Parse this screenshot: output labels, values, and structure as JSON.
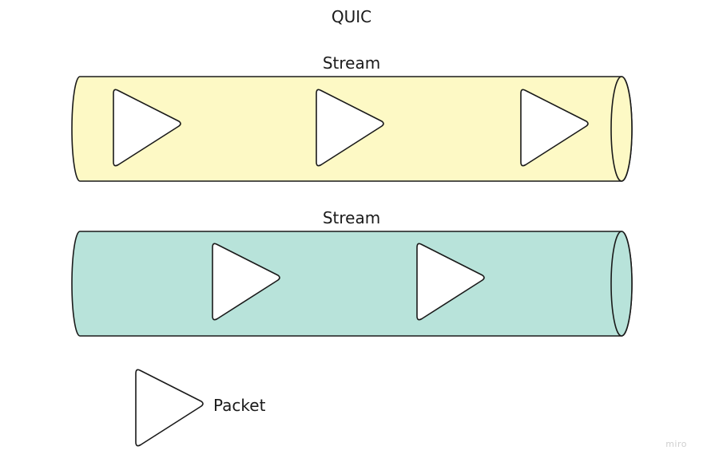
{
  "title": "QUIC",
  "streams": [
    {
      "label": "Stream",
      "fill": "#fdf9c5",
      "packet_count": 3
    },
    {
      "label": "Stream",
      "fill": "#b8e3da",
      "packet_count": 2
    }
  ],
  "legend": {
    "label": "Packet"
  },
  "watermark": "miro",
  "colors": {
    "stroke": "#1a1a1a",
    "packet_fill": "#ffffff"
  }
}
